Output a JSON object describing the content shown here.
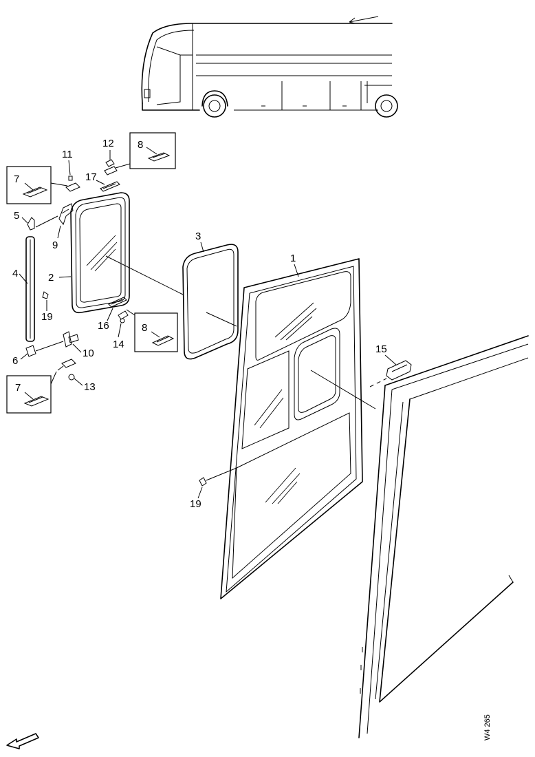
{
  "diagram": {
    "callouts": {
      "c1": "1",
      "c2": "2",
      "c3": "3",
      "c4": "4",
      "c5": "5",
      "c6": "6",
      "c7a": "7",
      "c7b": "7",
      "c8a": "8",
      "c8b": "8",
      "c9": "9",
      "c10": "10",
      "c11": "11",
      "c12": "12",
      "c13": "13",
      "c14": "14",
      "c15": "15",
      "c16": "16",
      "c17": "17",
      "c19a": "19",
      "c19b": "19"
    },
    "figure_code": "W4 265"
  }
}
